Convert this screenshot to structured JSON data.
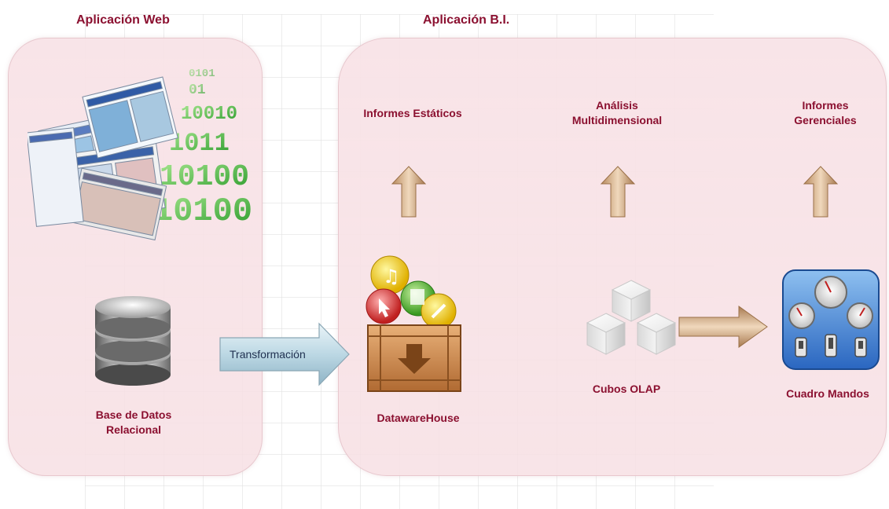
{
  "headers": {
    "web_app": "Aplicación Web",
    "bi_app": "Aplicación B.I."
  },
  "web": {
    "database_label_line1": "Base de Datos",
    "database_label_line2": "Relacional"
  },
  "transform": {
    "label": "Transformación"
  },
  "bi": {
    "datawarehouse_label": "DatawareHouse",
    "olap_label": "Cubos OLAP",
    "dashboard_label": "Cuadro Mandos",
    "reports": [
      {
        "line1": "Informes Estáticos",
        "line2": ""
      },
      {
        "line1": "Análisis",
        "line2": "Multidimensional"
      },
      {
        "line1": "Informes",
        "line2": "Gerenciales"
      }
    ]
  },
  "binary_text": {
    "row1": "01",
    "row2": "10010",
    "row3": "1011",
    "row4": "10100"
  },
  "colors": {
    "label_text": "#8b1030",
    "panel_fill": "#f7e0e4",
    "arrow_tan": "#d4a878",
    "binary_green": "#3cb83c"
  }
}
